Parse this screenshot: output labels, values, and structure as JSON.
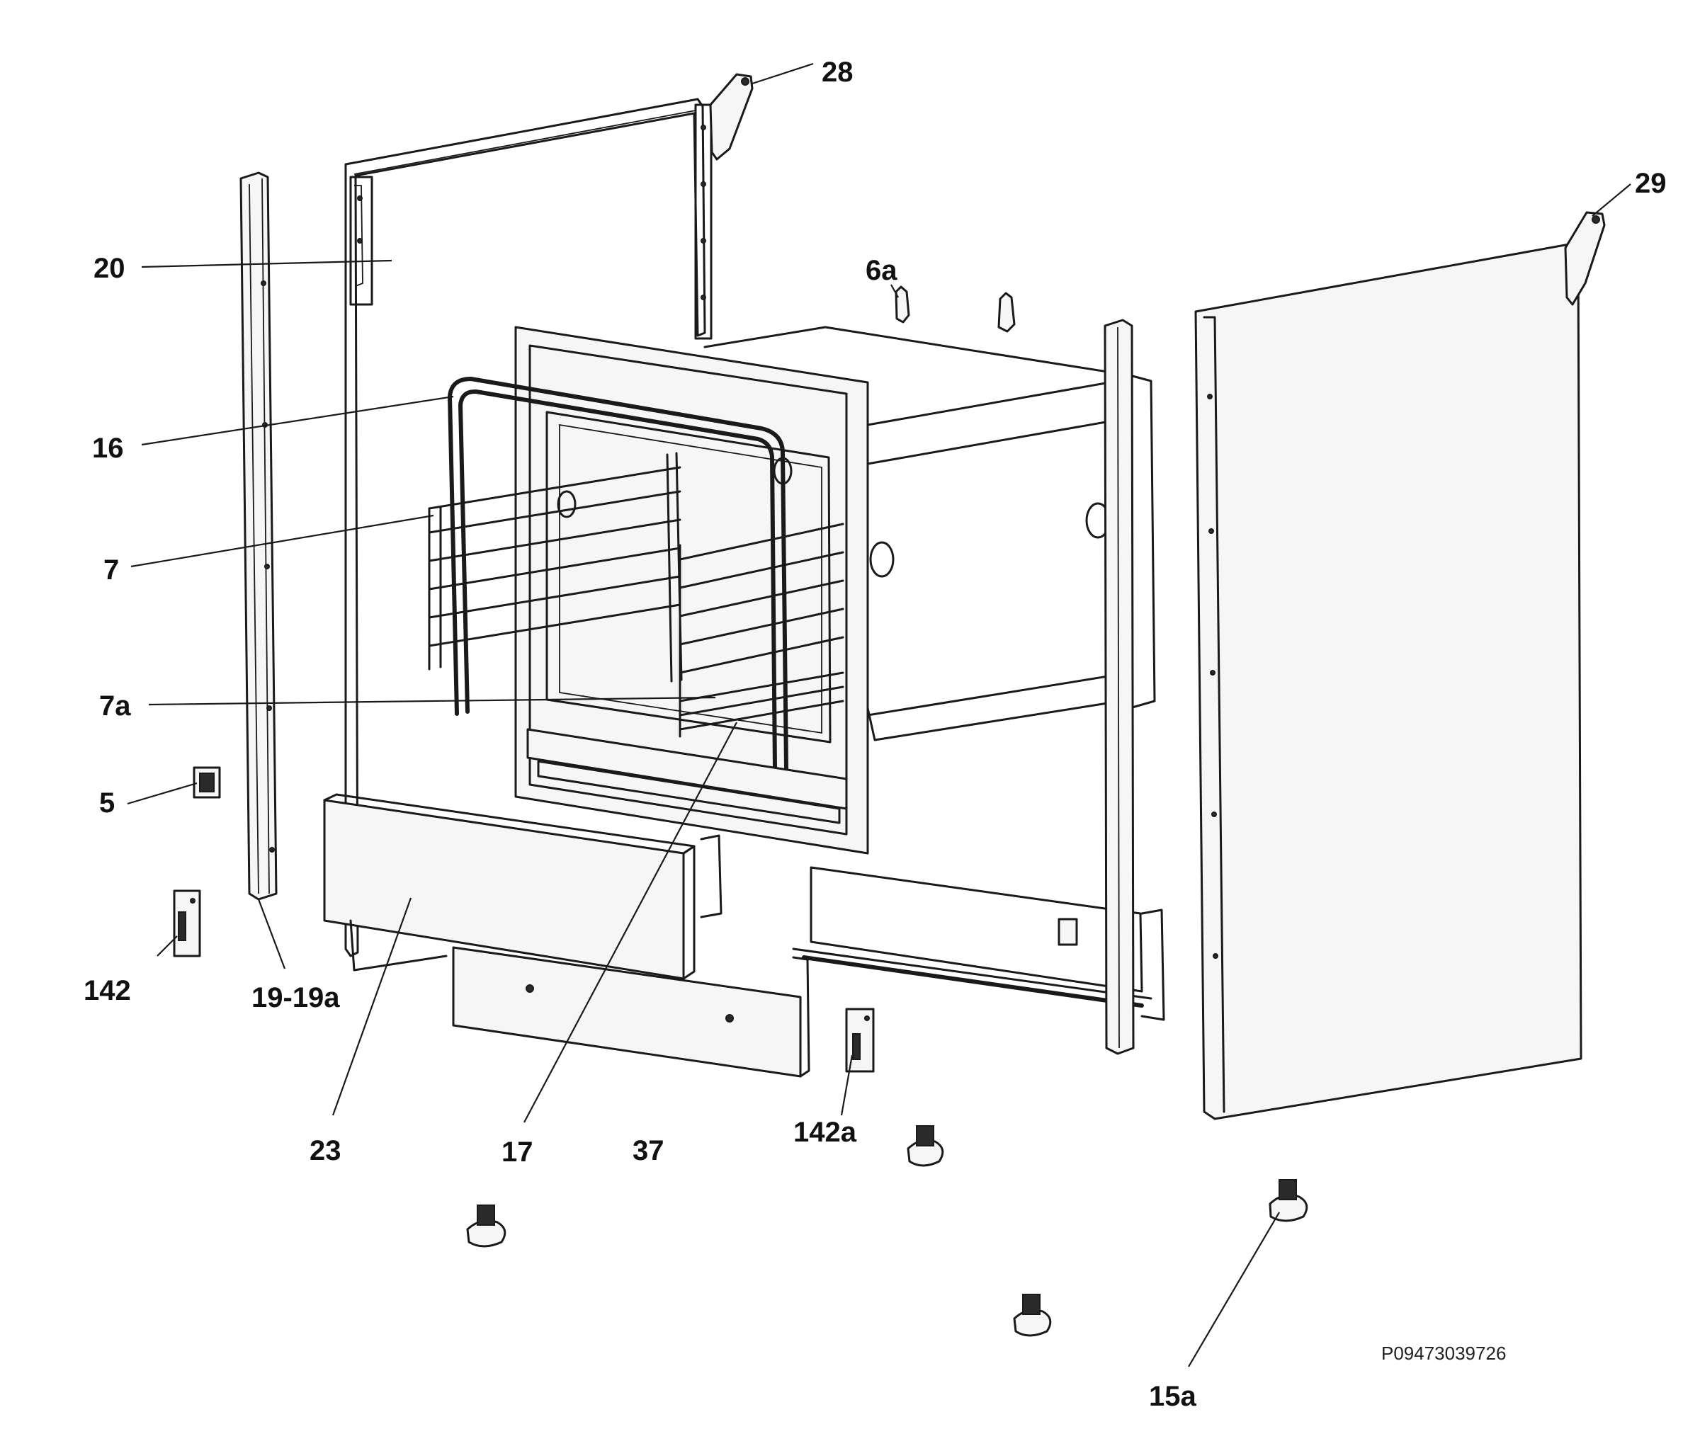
{
  "callouts": [
    {
      "id": "c28",
      "label": "28"
    },
    {
      "id": "c29",
      "label": "29"
    },
    {
      "id": "c20",
      "label": "20"
    },
    {
      "id": "c6a",
      "label": "6a"
    },
    {
      "id": "c16",
      "label": "16"
    },
    {
      "id": "c7",
      "label": "7"
    },
    {
      "id": "c7a",
      "label": "7a"
    },
    {
      "id": "c5",
      "label": "5"
    },
    {
      "id": "c142",
      "label": "142"
    },
    {
      "id": "c19",
      "label": "19-19a"
    },
    {
      "id": "c23",
      "label": "23"
    },
    {
      "id": "c17",
      "label": "17"
    },
    {
      "id": "c37",
      "label": "37"
    },
    {
      "id": "c142a",
      "label": "142a"
    },
    {
      "id": "c15a",
      "label": "15a"
    }
  ],
  "reference_code": "P09473039726"
}
